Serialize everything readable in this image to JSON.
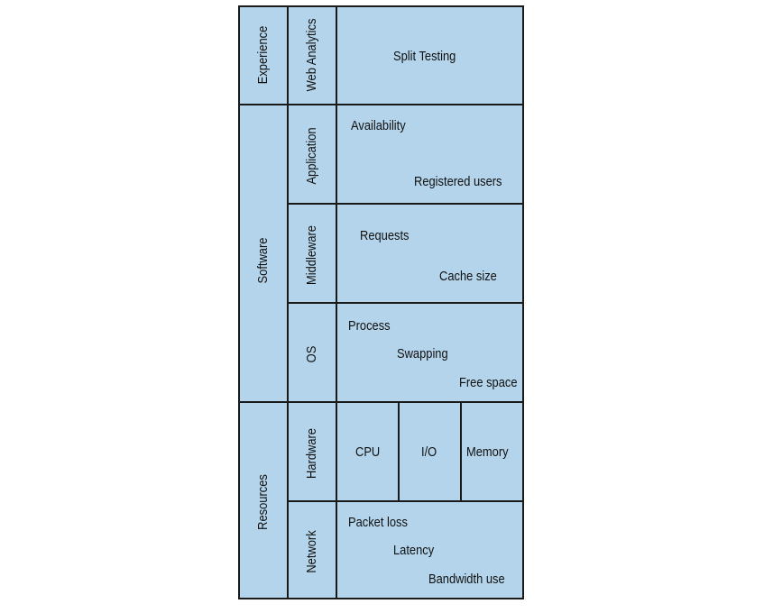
{
  "layers": {
    "experience": "Experience",
    "software": "Software",
    "resources": "Resources"
  },
  "sublayers": {
    "web_analytics": "Web Analytics",
    "application": "Application",
    "middleware": "Middleware",
    "os": "OS",
    "hardware": "Hardware",
    "network": "Network"
  },
  "metrics": {
    "web_analytics": [
      "Split Testing"
    ],
    "application": [
      "Availability",
      "Registered users"
    ],
    "middleware": [
      "Requests",
      "Cache size"
    ],
    "os": [
      "Process",
      "Swapping",
      "Free space"
    ],
    "hardware": [
      "CPU",
      "I/O",
      "Memory"
    ],
    "network": [
      "Packet loss",
      "Latency",
      "Bandwidth use"
    ]
  },
  "colors": {
    "fill": "#b3d4ea",
    "border": "#1a1a1a"
  }
}
